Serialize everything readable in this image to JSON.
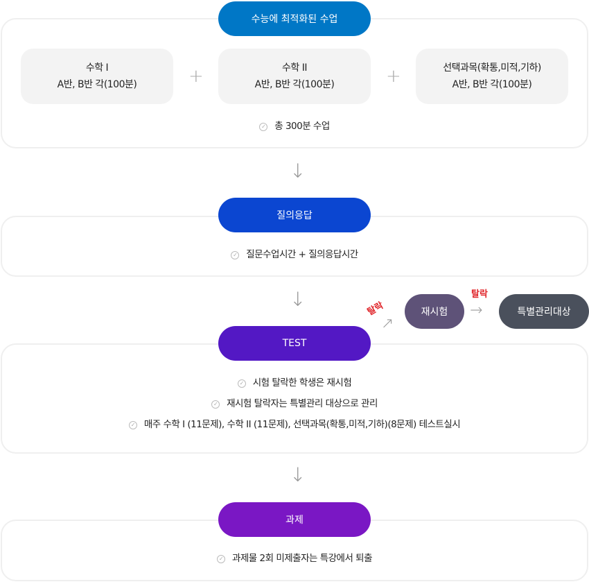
{
  "step1": {
    "title": "수능에 최적화된 수업",
    "cards": [
      {
        "line1": "수학 Ⅰ",
        "line2": "A반, B반 각(100분)"
      },
      {
        "line1": "수학 II",
        "line2": "A반, B반 각(100분)"
      },
      {
        "line1": "선택과목(확통,미적,기하)",
        "line2": "A반, B반 각(100분)"
      }
    ],
    "plus": "+",
    "check": "총 300분 수업"
  },
  "step2": {
    "title": "질의응답",
    "check": "질문수업시간 + 질의응답시간"
  },
  "step3": {
    "title": "TEST",
    "checks": [
      "시험 탈락한 학생은 재시험",
      "재시험 탈락자는 특별관리 대상으로 관리",
      "매주 수학 Ⅰ (11문제), 수학 II (11문제), 선택과목(확통,미적,기하)(8문제) 테스트실시"
    ],
    "retest": "재시험",
    "special": "특별관리대상",
    "drop1": "탈락",
    "drop2": "탈락"
  },
  "step4": {
    "title": "과제",
    "check": "과제물 2회 미제출자는 특강에서 퇴출"
  },
  "icons": {
    "check": "✓",
    "arrow_down": "↓",
    "arrow_right": "→",
    "arrow_diag": "↗"
  },
  "colors": {
    "step1": "#0077c6",
    "step2": "#0b46d1",
    "step3": "#5318c4",
    "step4": "#7a17c4",
    "retest": "#5e5278",
    "special": "#4a505c"
  }
}
